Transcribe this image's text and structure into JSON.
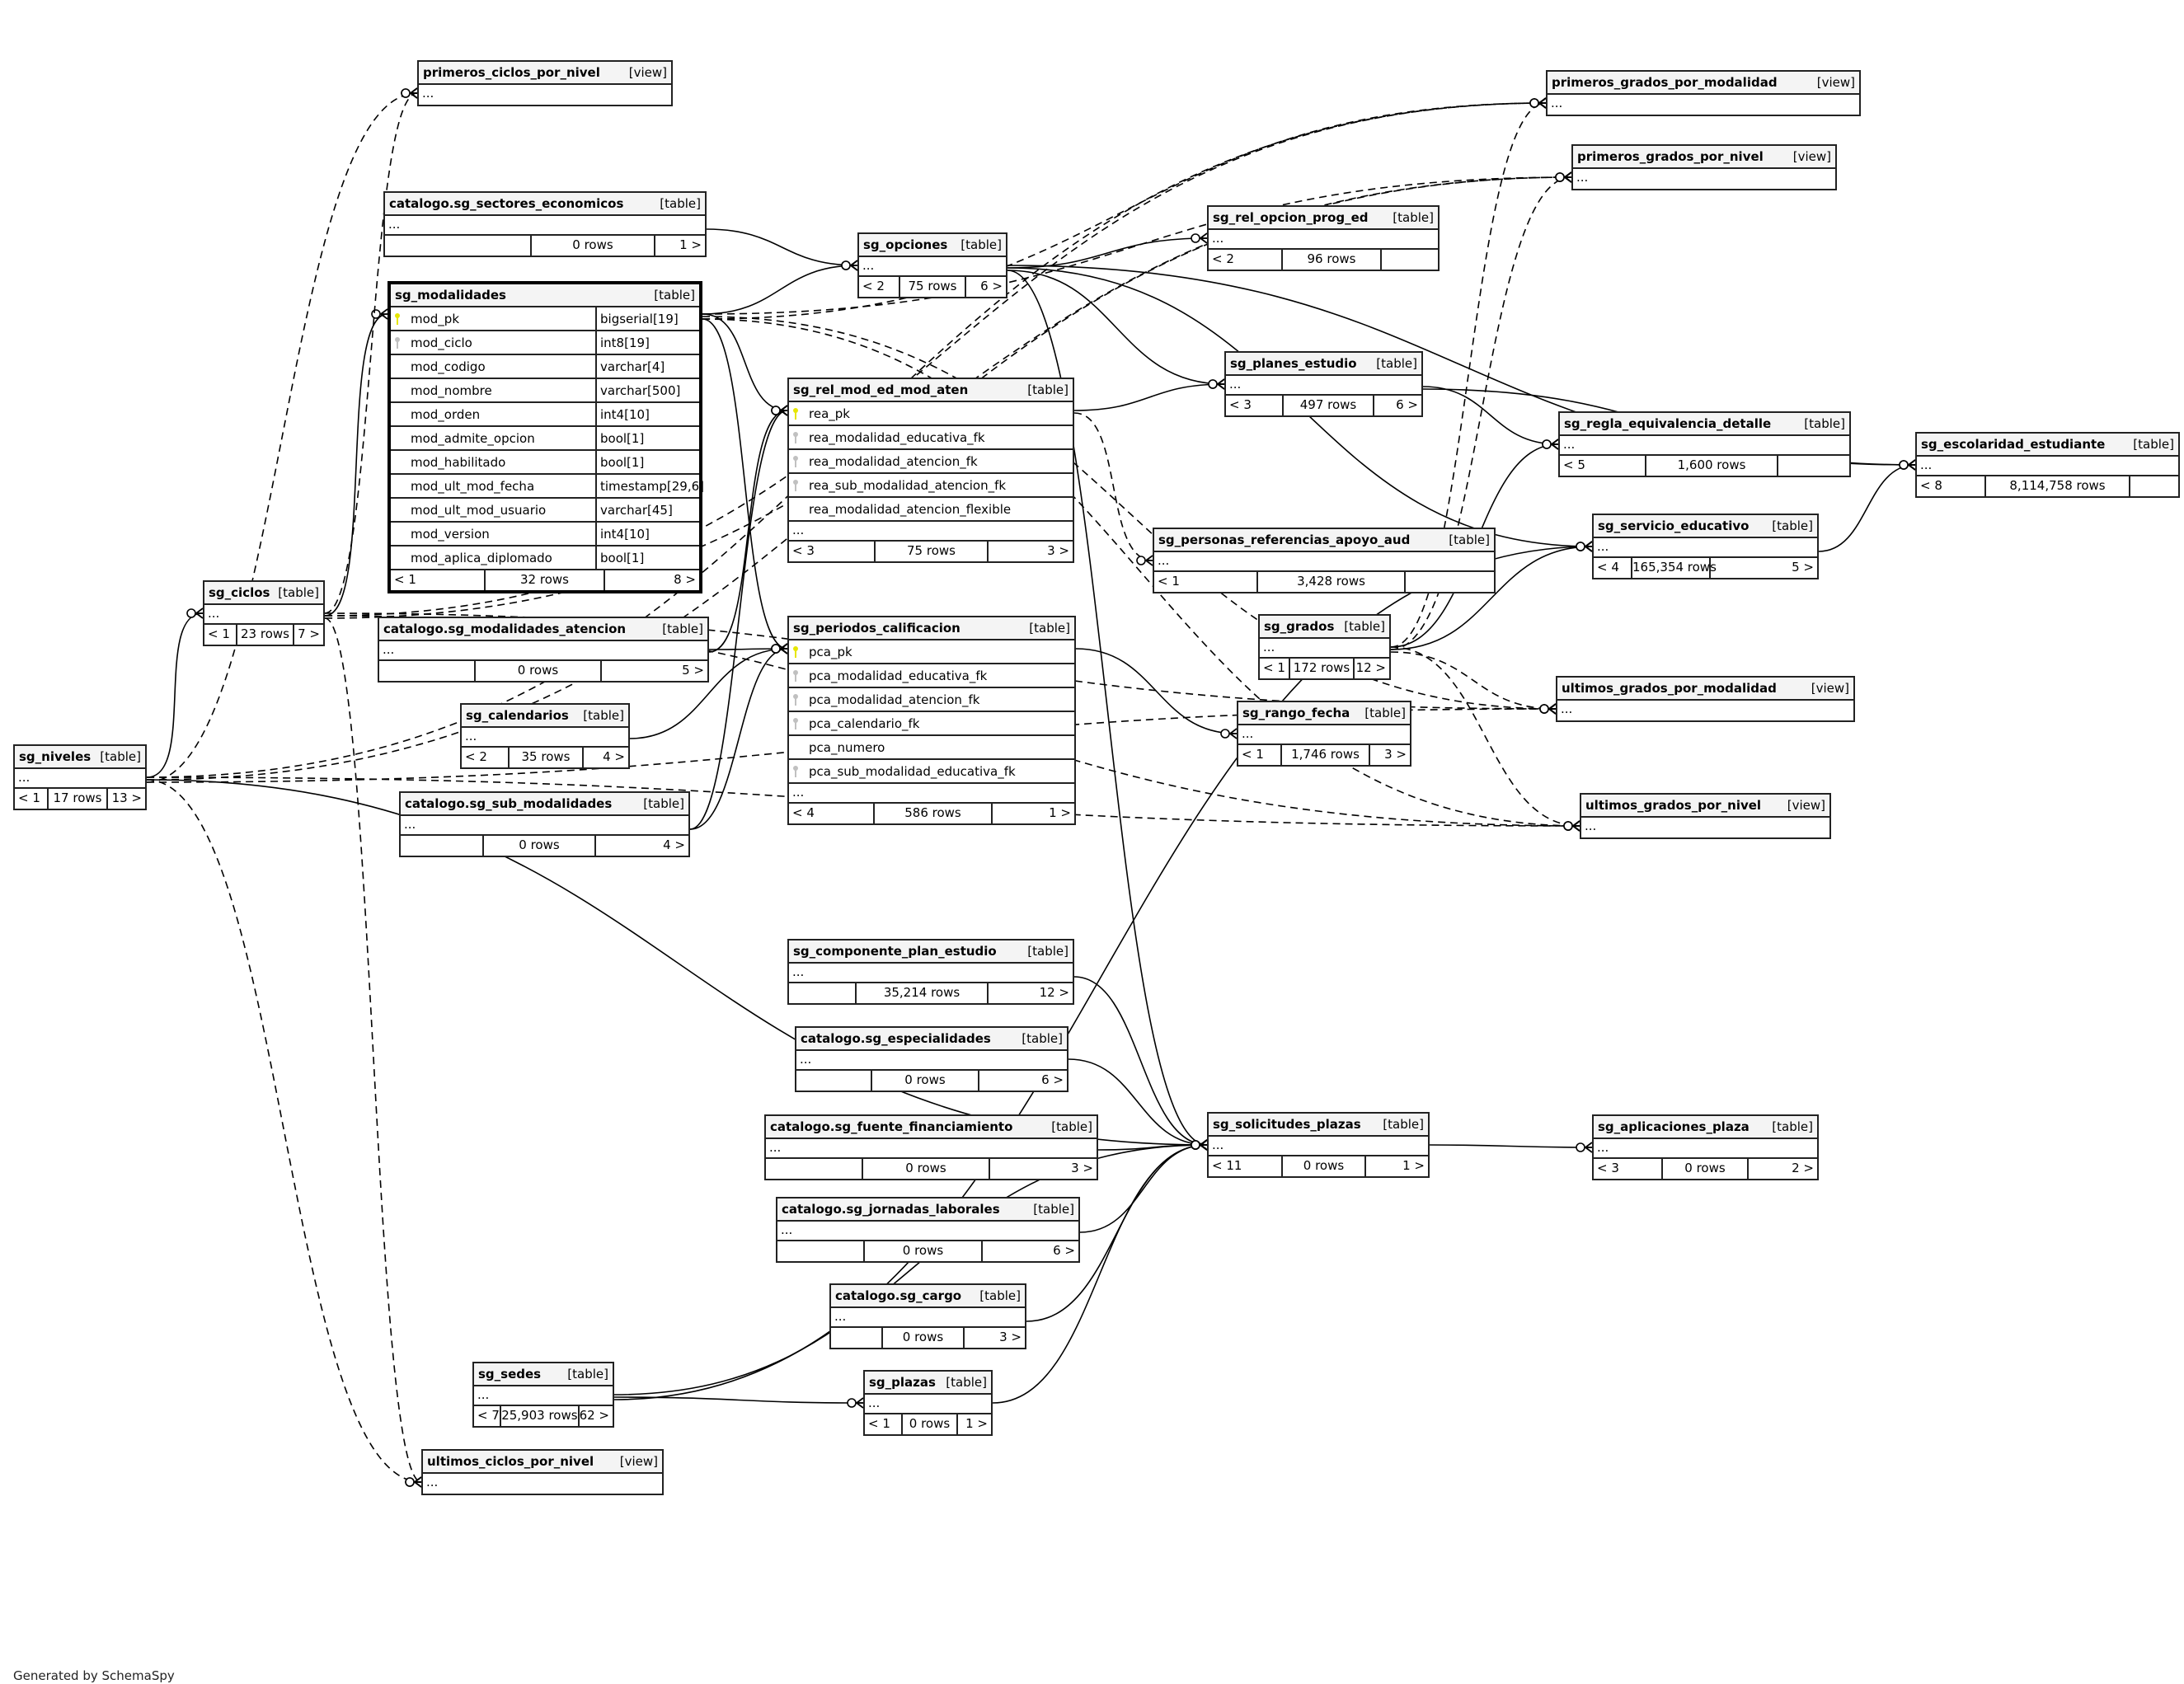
{
  "diagram": {
    "generator_note": "Generated by SchemaSpy",
    "colors": {
      "primary_key": "#e6e600",
      "foreign_key": "#c0c0c0",
      "header_bg": "#f4f4f4",
      "line": "#000000"
    },
    "tables": [
      {
        "id": "primeros_ciclos_por_nivel",
        "name": "primeros_ciclos_por_nivel",
        "kind": "[view]",
        "ellipsis": "..."
      },
      {
        "id": "primeros_grados_por_modalidad",
        "name": "primeros_grados_por_modalidad",
        "kind": "[view]",
        "ellipsis": "..."
      },
      {
        "id": "primeros_grados_por_nivel",
        "name": "primeros_grados_por_nivel",
        "kind": "[view]",
        "ellipsis": "..."
      },
      {
        "id": "sg_sectores_economicos",
        "name": "catalogo.sg_sectores_economicos",
        "kind": "[table]",
        "ellipsis": "...",
        "parents": "",
        "rows": "0 rows",
        "children": "1 >"
      },
      {
        "id": "sg_opciones",
        "name": "sg_opciones",
        "kind": "[table]",
        "ellipsis": "...",
        "parents": "< 2",
        "rows": "75 rows",
        "children": "6 >"
      },
      {
        "id": "sg_rel_opcion_prog_ed",
        "name": "sg_rel_opcion_prog_ed",
        "kind": "[table]",
        "ellipsis": "...",
        "parents": "< 2",
        "rows": "96 rows",
        "children": ""
      },
      {
        "id": "sg_modalidades",
        "name": "sg_modalidades",
        "kind": "[table]",
        "parents": "< 1",
        "rows": "32 rows",
        "children": "8 >",
        "columns": [
          {
            "name": "mod_pk",
            "type": "bigserial[19]",
            "key": "pk"
          },
          {
            "name": "mod_ciclo",
            "type": "int8[19]",
            "key": "fk"
          },
          {
            "name": "mod_codigo",
            "type": "varchar[4]",
            "key": ""
          },
          {
            "name": "mod_nombre",
            "type": "varchar[500]",
            "key": ""
          },
          {
            "name": "mod_orden",
            "type": "int4[10]",
            "key": ""
          },
          {
            "name": "mod_admite_opcion",
            "type": "bool[1]",
            "key": ""
          },
          {
            "name": "mod_habilitado",
            "type": "bool[1]",
            "key": ""
          },
          {
            "name": "mod_ult_mod_fecha",
            "type": "timestamp[29,6]",
            "key": ""
          },
          {
            "name": "mod_ult_mod_usuario",
            "type": "varchar[45]",
            "key": ""
          },
          {
            "name": "mod_version",
            "type": "int4[10]",
            "key": ""
          },
          {
            "name": "mod_aplica_diplomado",
            "type": "bool[1]",
            "key": ""
          }
        ]
      },
      {
        "id": "sg_planes_estudio",
        "name": "sg_planes_estudio",
        "kind": "[table]",
        "ellipsis": "...",
        "parents": "< 3",
        "rows": "497 rows",
        "children": "6 >"
      },
      {
        "id": "sg_regla_equivalencia_detalle",
        "name": "sg_regla_equivalencia_detalle",
        "kind": "[table]",
        "ellipsis": "...",
        "parents": "< 5",
        "rows": "1,600 rows",
        "children": ""
      },
      {
        "id": "sg_escolaridad_estudiante",
        "name": "sg_escolaridad_estudiante",
        "kind": "[table]",
        "ellipsis": "...",
        "parents": "< 8",
        "rows": "8,114,758 rows",
        "children": ""
      },
      {
        "id": "sg_rel_mod_ed_mod_aten",
        "name": "sg_rel_mod_ed_mod_aten",
        "kind": "[table]",
        "ellipsis": "...",
        "parents": "< 3",
        "rows": "75 rows",
        "children": "3 >",
        "columns": [
          {
            "name": "rea_pk",
            "key": "pk"
          },
          {
            "name": "rea_modalidad_educativa_fk",
            "key": "fk"
          },
          {
            "name": "rea_modalidad_atencion_fk",
            "key": "fk"
          },
          {
            "name": "rea_sub_modalidad_atencion_fk",
            "key": "fk"
          },
          {
            "name": "rea_modalidad_atencion_flexible",
            "key": ""
          }
        ]
      },
      {
        "id": "sg_servicio_educativo",
        "name": "sg_servicio_educativo",
        "kind": "[table]",
        "ellipsis": "...",
        "parents": "< 4",
        "rows": "165,354 rows",
        "children": "5 >"
      },
      {
        "id": "sg_personas_referencias_apoyo_aud",
        "name": "sg_personas_referencias_apoyo_aud",
        "kind": "[table]",
        "ellipsis": "...",
        "parents": "< 1",
        "rows": "3,428 rows",
        "children": ""
      },
      {
        "id": "sg_ciclos",
        "name": "sg_ciclos",
        "kind": "[table]",
        "ellipsis": "...",
        "parents": "< 1",
        "rows": "23 rows",
        "children": "7 >"
      },
      {
        "id": "sg_modalidades_atencion",
        "name": "catalogo.sg_modalidades_atencion",
        "kind": "[table]",
        "ellipsis": "...",
        "parents": "",
        "rows": "0 rows",
        "children": "5 >"
      },
      {
        "id": "sg_periodos_calificacion",
        "name": "sg_periodos_calificacion",
        "kind": "[table]",
        "ellipsis": "...",
        "parents": "< 4",
        "rows": "586 rows",
        "children": "1 >",
        "columns": [
          {
            "name": "pca_pk",
            "key": "pk"
          },
          {
            "name": "pca_modalidad_educativa_fk",
            "key": "fk"
          },
          {
            "name": "pca_modalidad_atencion_fk",
            "key": "fk"
          },
          {
            "name": "pca_calendario_fk",
            "key": "fk"
          },
          {
            "name": "pca_numero",
            "key": ""
          },
          {
            "name": "pca_sub_modalidad_educativa_fk",
            "key": "fk"
          }
        ]
      },
      {
        "id": "sg_grados",
        "name": "sg_grados",
        "kind": "[table]",
        "ellipsis": "...",
        "parents": "< 1",
        "rows": "172 rows",
        "children": "12 >"
      },
      {
        "id": "ultimos_grados_por_modalidad",
        "name": "ultimos_grados_por_modalidad",
        "kind": "[view]",
        "ellipsis": "..."
      },
      {
        "id": "sg_calendarios",
        "name": "sg_calendarios",
        "kind": "[table]",
        "ellipsis": "...",
        "parents": "< 2",
        "rows": "35 rows",
        "children": "4 >"
      },
      {
        "id": "sg_rango_fecha",
        "name": "sg_rango_fecha",
        "kind": "[table]",
        "ellipsis": "...",
        "parents": "< 1",
        "rows": "1,746 rows",
        "children": "3 >"
      },
      {
        "id": "sg_niveles",
        "name": "sg_niveles",
        "kind": "[table]",
        "ellipsis": "...",
        "parents": "< 1",
        "rows": "17 rows",
        "children": "13 >"
      },
      {
        "id": "ultimos_grados_por_nivel",
        "name": "ultimos_grados_por_nivel",
        "kind": "[view]",
        "ellipsis": "..."
      },
      {
        "id": "sg_sub_modalidades",
        "name": "catalogo.sg_sub_modalidades",
        "kind": "[table]",
        "ellipsis": "...",
        "parents": "",
        "rows": "0 rows",
        "children": "4 >"
      },
      {
        "id": "sg_componente_plan_estudio",
        "name": "sg_componente_plan_estudio",
        "kind": "[table]",
        "ellipsis": "...",
        "parents": "",
        "rows": "35,214 rows",
        "children": "12 >"
      },
      {
        "id": "sg_especialidades",
        "name": "catalogo.sg_especialidades",
        "kind": "[table]",
        "ellipsis": "...",
        "parents": "",
        "rows": "0 rows",
        "children": "6 >"
      },
      {
        "id": "sg_fuente_financiamiento",
        "name": "catalogo.sg_fuente_financiamiento",
        "kind": "[table]",
        "ellipsis": "...",
        "parents": "",
        "rows": "0 rows",
        "children": "3 >"
      },
      {
        "id": "sg_solicitudes_plazas",
        "name": "sg_solicitudes_plazas",
        "kind": "[table]",
        "ellipsis": "...",
        "parents": "< 11",
        "rows": "0 rows",
        "children": "1 >"
      },
      {
        "id": "sg_aplicaciones_plaza",
        "name": "sg_aplicaciones_plaza",
        "kind": "[table]",
        "ellipsis": "...",
        "parents": "< 3",
        "rows": "0 rows",
        "children": "2 >"
      },
      {
        "id": "sg_jornadas_laborales",
        "name": "catalogo.sg_jornadas_laborales",
        "kind": "[table]",
        "ellipsis": "...",
        "parents": "",
        "rows": "0 rows",
        "children": "6 >"
      },
      {
        "id": "sg_cargo",
        "name": "catalogo.sg_cargo",
        "kind": "[table]",
        "ellipsis": "...",
        "parents": "",
        "rows": "0 rows",
        "children": "3 >"
      },
      {
        "id": "sg_sedes",
        "name": "sg_sedes",
        "kind": "[table]",
        "ellipsis": "...",
        "parents": "< 7",
        "rows": "25,903 rows",
        "children": "62 >"
      },
      {
        "id": "sg_plazas",
        "name": "sg_plazas",
        "kind": "[table]",
        "ellipsis": "...",
        "parents": "< 1",
        "rows": "0 rows",
        "children": "1 >"
      },
      {
        "id": "ultimos_ciclos_por_nivel",
        "name": "ultimos_ciclos_por_nivel",
        "kind": "[view]",
        "ellipsis": "..."
      }
    ],
    "relationships": [
      {
        "from": "sg_niveles",
        "to": "sg_ciclos",
        "style": "solid"
      },
      {
        "from": "sg_ciclos",
        "to": "sg_modalidades",
        "style": "solid"
      },
      {
        "from": "sg_sectores_economicos",
        "to": "sg_opciones",
        "style": "solid"
      },
      {
        "from": "sg_modalidades",
        "to": "sg_opciones",
        "style": "solid"
      },
      {
        "from": "sg_opciones",
        "to": "sg_rel_opcion_prog_ed",
        "style": "solid"
      },
      {
        "from": "sg_opciones",
        "to": "sg_planes_estudio",
        "style": "solid"
      },
      {
        "from": "sg_opciones",
        "to": "sg_escolaridad_estudiante",
        "style": "solid"
      },
      {
        "from": "sg_opciones",
        "to": "sg_servicio_educativo",
        "style": "solid"
      },
      {
        "from": "sg_opciones",
        "to": "sg_solicitudes_plazas",
        "style": "solid"
      },
      {
        "from": "sg_modalidades",
        "to": "sg_rel_mod_ed_mod_aten",
        "style": "solid"
      },
      {
        "from": "sg_modalidades_atencion",
        "to": "sg_rel_mod_ed_mod_aten",
        "style": "solid"
      },
      {
        "from": "sg_sub_modalidades",
        "to": "sg_rel_mod_ed_mod_aten",
        "style": "solid"
      },
      {
        "from": "sg_rel_mod_ed_mod_aten",
        "to": "sg_planes_estudio",
        "style": "solid"
      },
      {
        "from": "sg_rel_mod_ed_mod_aten",
        "to": "sg_personas_referencias_apoyo_aud",
        "style": "dashed"
      },
      {
        "from": "sg_modalidades",
        "to": "sg_periodos_calificacion",
        "style": "solid"
      },
      {
        "from": "sg_modalidades_atencion",
        "to": "sg_periodos_calificacion",
        "style": "solid"
      },
      {
        "from": "sg_calendarios",
        "to": "sg_periodos_calificacion",
        "style": "solid"
      },
      {
        "from": "sg_sub_modalidades",
        "to": "sg_periodos_calificacion",
        "style": "solid"
      },
      {
        "from": "sg_periodos_calificacion",
        "to": "sg_rango_fecha",
        "style": "solid"
      },
      {
        "from": "sg_planes_estudio",
        "to": "sg_regla_equivalencia_detalle",
        "style": "solid"
      },
      {
        "from": "sg_planes_estudio",
        "to": "sg_escolaridad_estudiante",
        "style": "solid"
      },
      {
        "from": "sg_grados",
        "to": "sg_regla_equivalencia_detalle",
        "style": "solid"
      },
      {
        "from": "sg_grados",
        "to": "sg_servicio_educativo",
        "style": "solid"
      },
      {
        "from": "sg_servicio_educativo",
        "to": "sg_escolaridad_estudiante",
        "style": "solid"
      },
      {
        "from": "sg_solicitudes_plazas",
        "to": "sg_aplicaciones_plaza",
        "style": "solid"
      },
      {
        "from": "sg_fuente_financiamiento",
        "to": "sg_solicitudes_plazas",
        "style": "solid"
      },
      {
        "from": "sg_componente_plan_estudio",
        "to": "sg_solicitudes_plazas",
        "style": "solid"
      },
      {
        "from": "sg_especialidades",
        "to": "sg_solicitudes_plazas",
        "style": "solid"
      },
      {
        "from": "sg_jornadas_laborales",
        "to": "sg_solicitudes_plazas",
        "style": "solid"
      },
      {
        "from": "sg_cargo",
        "to": "sg_solicitudes_plazas",
        "style": "solid"
      },
      {
        "from": "sg_plazas",
        "to": "sg_solicitudes_plazas",
        "style": "solid"
      },
      {
        "from": "sg_sedes",
        "to": "sg_plazas",
        "style": "solid"
      },
      {
        "from": "sg_sedes",
        "to": "sg_servicio_educativo",
        "style": "solid"
      },
      {
        "from": "sg_sedes",
        "to": "sg_solicitudes_plazas",
        "style": "solid"
      },
      {
        "from": "sg_niveles",
        "to": "sg_solicitudes_plazas",
        "style": "solid"
      },
      {
        "from": "sg_niveles",
        "to": "primeros_ciclos_por_nivel",
        "style": "dashed"
      },
      {
        "from": "sg_ciclos",
        "to": "primeros_ciclos_por_nivel",
        "style": "dashed"
      },
      {
        "from": "sg_niveles",
        "to": "ultimos_ciclos_por_nivel",
        "style": "dashed"
      },
      {
        "from": "sg_ciclos",
        "to": "ultimos_ciclos_por_nivel",
        "style": "dashed"
      },
      {
        "from": "sg_niveles",
        "to": "primeros_grados_por_modalidad",
        "style": "dashed"
      },
      {
        "from": "sg_ciclos",
        "to": "primeros_grados_por_modalidad",
        "style": "dashed"
      },
      {
        "from": "sg_modalidades",
        "to": "primeros_grados_por_modalidad",
        "style": "dashed"
      },
      {
        "from": "sg_grados",
        "to": "primeros_grados_por_modalidad",
        "style": "dashed"
      },
      {
        "from": "sg_niveles",
        "to": "primeros_grados_por_nivel",
        "style": "dashed"
      },
      {
        "from": "sg_ciclos",
        "to": "primeros_grados_por_nivel",
        "style": "dashed"
      },
      {
        "from": "sg_modalidades",
        "to": "primeros_grados_por_nivel",
        "style": "dashed"
      },
      {
        "from": "sg_grados",
        "to": "primeros_grados_por_nivel",
        "style": "dashed"
      },
      {
        "from": "sg_niveles",
        "to": "ultimos_grados_por_modalidad",
        "style": "dashed"
      },
      {
        "from": "sg_ciclos",
        "to": "ultimos_grados_por_modalidad",
        "style": "dashed"
      },
      {
        "from": "sg_modalidades",
        "to": "ultimos_grados_por_modalidad",
        "style": "dashed"
      },
      {
        "from": "sg_grados",
        "to": "ultimos_grados_por_modalidad",
        "style": "dashed"
      },
      {
        "from": "sg_niveles",
        "to": "ultimos_grados_por_nivel",
        "style": "dashed"
      },
      {
        "from": "sg_ciclos",
        "to": "ultimos_grados_por_nivel",
        "style": "dashed"
      },
      {
        "from": "sg_modalidades",
        "to": "ultimos_grados_por_nivel",
        "style": "dashed"
      },
      {
        "from": "sg_grados",
        "to": "ultimos_grados_por_nivel",
        "style": "dashed"
      }
    ]
  }
}
